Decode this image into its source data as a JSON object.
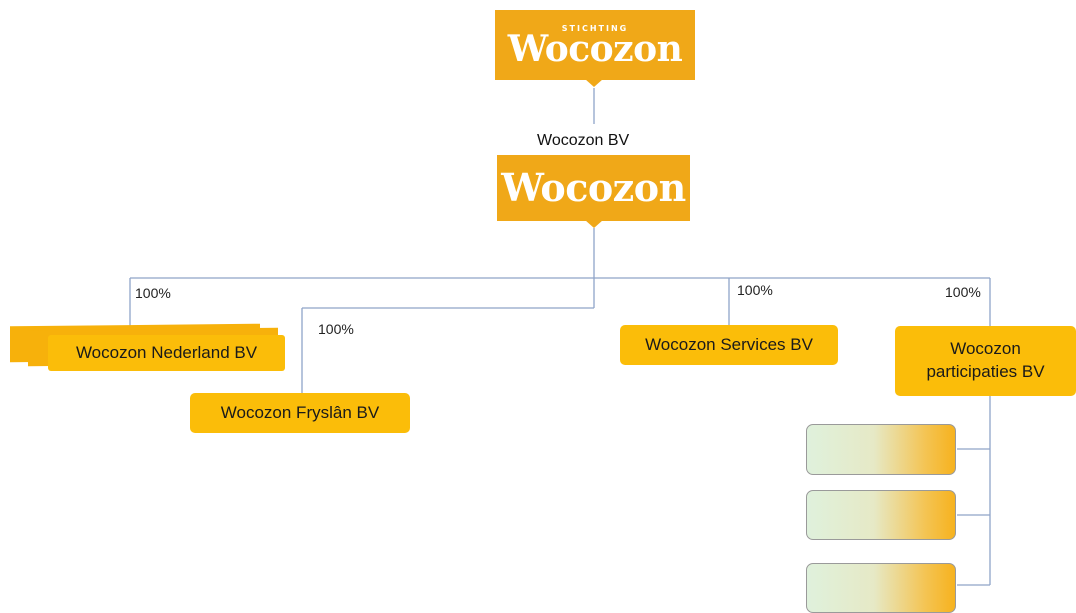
{
  "top_logo": {
    "subtitle": "STICHTING",
    "wordmark": "Wocozon"
  },
  "holding": {
    "caption": "Wocozon BV",
    "wordmark": "Wocozon"
  },
  "subsidiaries": {
    "nederland": {
      "label": "Wocozon Nederland BV",
      "share": "100%"
    },
    "fryslan": {
      "label": "Wocozon Fryslân BV",
      "share": "100%"
    },
    "services": {
      "label": "Wocozon Services BV",
      "share": "100%"
    },
    "participaties": {
      "label_line1": "Wocozon",
      "label_line2": "participaties BV",
      "share": "100%"
    }
  },
  "participation_count": 3,
  "colors": {
    "brand_orange": "#f0a818",
    "box_orange": "#fbbd09",
    "line_blue": "#8fa4c8"
  }
}
